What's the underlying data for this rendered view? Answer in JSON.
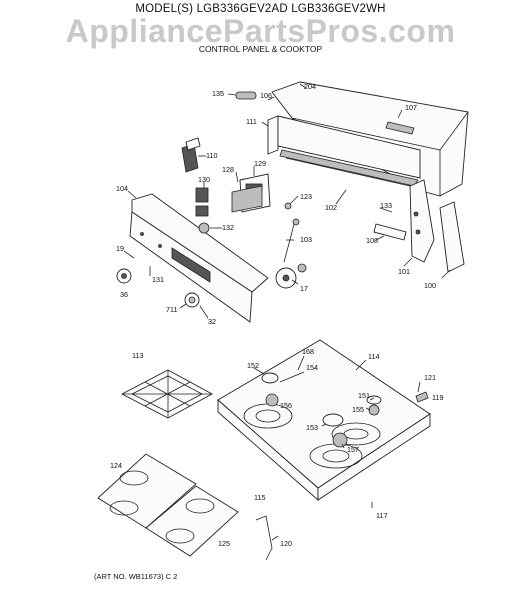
{
  "header": {
    "model": "MODEL(S) LGB336GEV2AD LGB336GEV2WH",
    "watermark": "AppliancePartsPros.com",
    "subtitle": "CONTROL PANEL & COOKTOP"
  },
  "footer": {
    "art_number": "(ART NO. WB11673) C 2"
  },
  "callouts": [
    {
      "id": "c135",
      "label": "135"
    },
    {
      "id": "c106",
      "label": "106"
    },
    {
      "id": "c204",
      "label": "204"
    },
    {
      "id": "c107",
      "label": "107"
    },
    {
      "id": "c111",
      "label": "111"
    },
    {
      "id": "c110",
      "label": "110"
    },
    {
      "id": "c128",
      "label": "128"
    },
    {
      "id": "c129",
      "label": "129"
    },
    {
      "id": "c130",
      "label": "130"
    },
    {
      "id": "c104",
      "label": "104"
    },
    {
      "id": "c123",
      "label": "123"
    },
    {
      "id": "c102",
      "label": "102"
    },
    {
      "id": "c133",
      "label": "133"
    },
    {
      "id": "c132",
      "label": "132"
    },
    {
      "id": "c103",
      "label": "103"
    },
    {
      "id": "c108",
      "label": "108"
    },
    {
      "id": "c19",
      "label": "19"
    },
    {
      "id": "c131",
      "label": "131"
    },
    {
      "id": "c36",
      "label": "36"
    },
    {
      "id": "c17",
      "label": "17"
    },
    {
      "id": "c101",
      "label": "101"
    },
    {
      "id": "c100",
      "label": "100"
    },
    {
      "id": "c711",
      "label": "711"
    },
    {
      "id": "c32",
      "label": "32"
    },
    {
      "id": "c113",
      "label": "113"
    },
    {
      "id": "c168",
      "label": "168"
    },
    {
      "id": "c114",
      "label": "114"
    },
    {
      "id": "c152",
      "label": "152"
    },
    {
      "id": "c154",
      "label": "154"
    },
    {
      "id": "c156",
      "label": "156"
    },
    {
      "id": "c121",
      "label": "121"
    },
    {
      "id": "c151",
      "label": "151"
    },
    {
      "id": "c119",
      "label": "119"
    },
    {
      "id": "c155",
      "label": "155"
    },
    {
      "id": "c153",
      "label": "153"
    },
    {
      "id": "c157",
      "label": "157"
    },
    {
      "id": "c124",
      "label": "124"
    },
    {
      "id": "c115",
      "label": "115"
    },
    {
      "id": "c117",
      "label": "117"
    },
    {
      "id": "c125",
      "label": "125"
    },
    {
      "id": "c120",
      "label": "120"
    }
  ]
}
